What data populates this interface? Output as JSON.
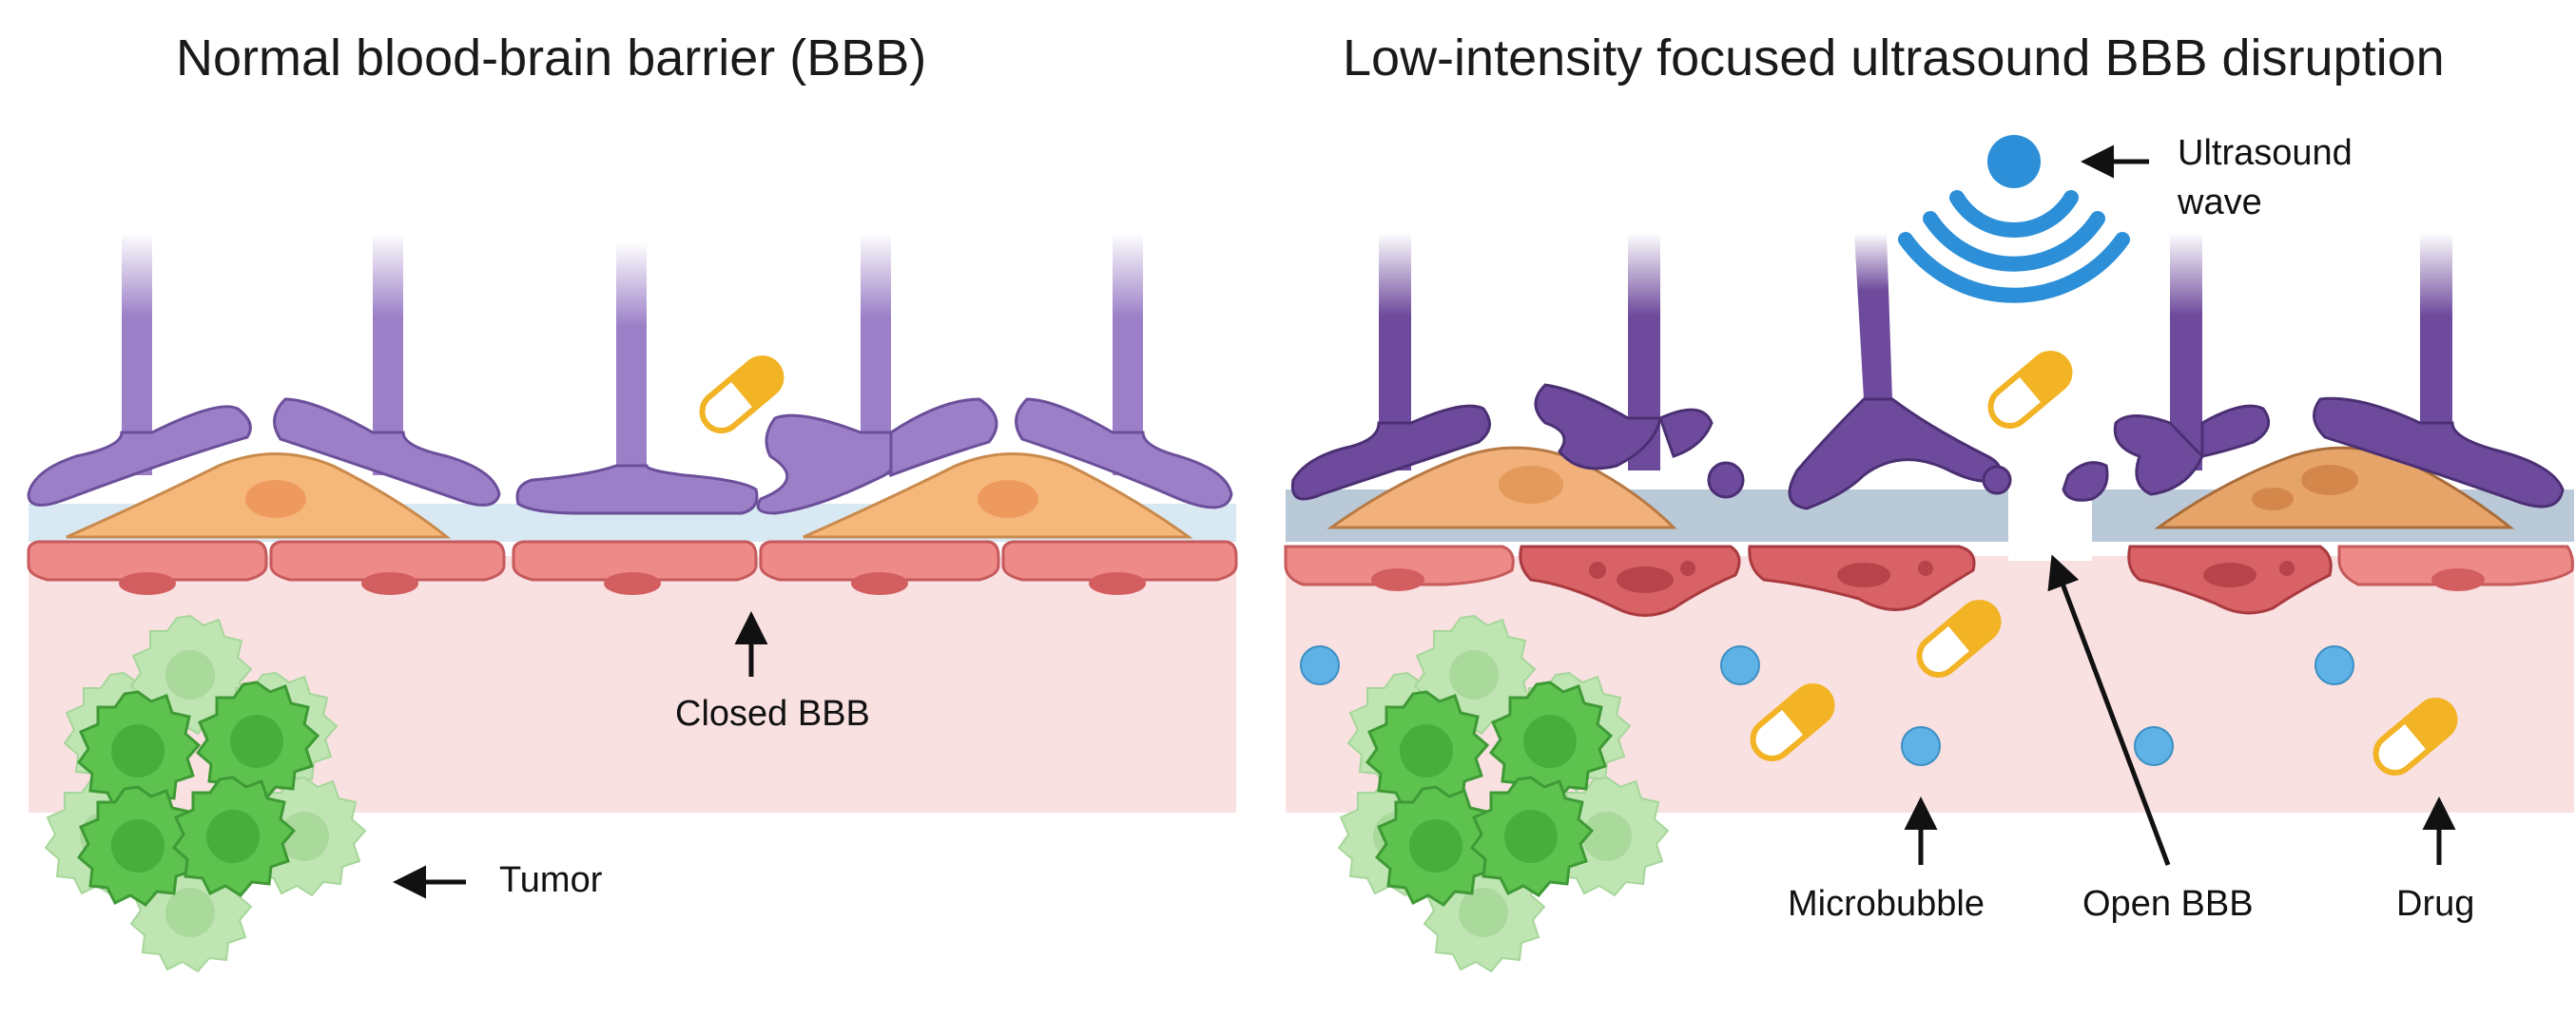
{
  "titles": {
    "left": "Normal blood-brain barrier (BBB)",
    "right": "Low-intensity focused ultrasound BBB disruption"
  },
  "labels": {
    "closed_bbb": "Closed BBB",
    "tumor": "Tumor",
    "ultrasound_line1": "Ultrasound",
    "ultrasound_line2": "wave",
    "microbubble": "Microbubble",
    "open_bbb": "Open BBB",
    "drug": "Drug"
  },
  "colors": {
    "astrocyte_normal": "#9b7fc7",
    "astrocyte_disrupted": "#6e4a9c",
    "pericyte": "#f6b77b",
    "basement_membrane": "#d8e9f4",
    "endothelial": "#ee8a88",
    "endothelial_damaged": "#d96266",
    "lumen": "#f9e0e1",
    "tumor": "#5ec24e",
    "microbubble": "#5fb2e6",
    "drug_capsule": "#f2b324",
    "ultrasound": "#2c8fd8"
  }
}
